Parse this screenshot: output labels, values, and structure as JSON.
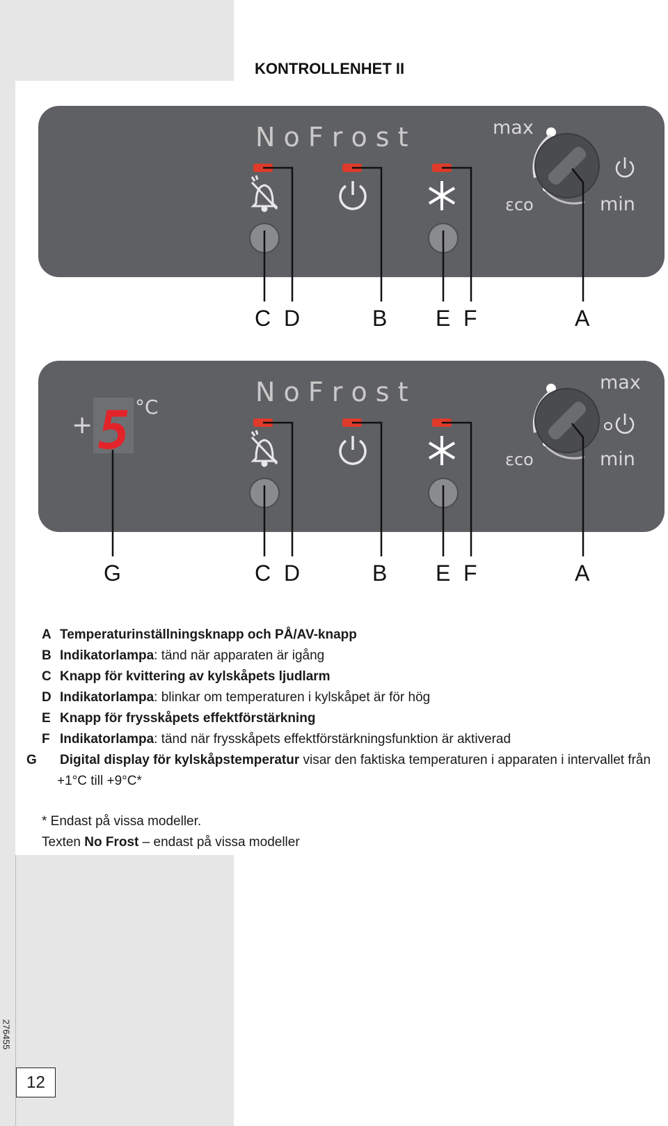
{
  "page": {
    "number": "12",
    "doc_code": "276455"
  },
  "heading": "KONTROLLENHET II",
  "panel": {
    "brand": "N o F r o s t",
    "knob_max": "max",
    "knob_min": "min",
    "knob_eco": "εco",
    "display_sign": "+",
    "display_digit": "5",
    "display_unit": "°C",
    "colors": {
      "panel": "#5f6063",
      "led": "#e03a2a",
      "digit": "#e3232a",
      "line": "#111111"
    }
  },
  "callouts_top": [
    "C",
    "D",
    "B",
    "E",
    "F",
    "A"
  ],
  "callouts_bottom": [
    "G",
    "C",
    "D",
    "B",
    "E",
    "F",
    "A"
  ],
  "legend": [
    {
      "letter": "A",
      "title": "Temperaturinställningsknapp och PÅ/AV-knapp",
      "text": ""
    },
    {
      "letter": "B",
      "title": "Indikatorlampa",
      "text": ": tänd när apparaten är igång"
    },
    {
      "letter": "C",
      "title": "Knapp för kvittering av kylskåpets ljudlarm",
      "text": ""
    },
    {
      "letter": "D",
      "title": "Indikatorlampa",
      "text": ": blinkar om temperaturen i kylskåpet är för hög"
    },
    {
      "letter": "E",
      "title": "Knapp för frysskåpets effektförstärkning",
      "text": ""
    },
    {
      "letter": "F",
      "title": "Indikatorlampa",
      "text": ": tänd när frysskåpets effektförstärkningsfunktion är aktiverad"
    },
    {
      "letter": "G",
      "title": "Digital display för kylskåpstemperatur",
      "text": " visar den faktiska temperaturen i apparaten i intervallet från +1°C till +9°C*"
    }
  ],
  "notes": {
    "footnote": "* Endast på vissa modeller.",
    "nofrost_prefix": "Texten ",
    "nofrost_bold": "No Frost",
    "nofrost_suffix": " – endast på vissa modeller"
  }
}
